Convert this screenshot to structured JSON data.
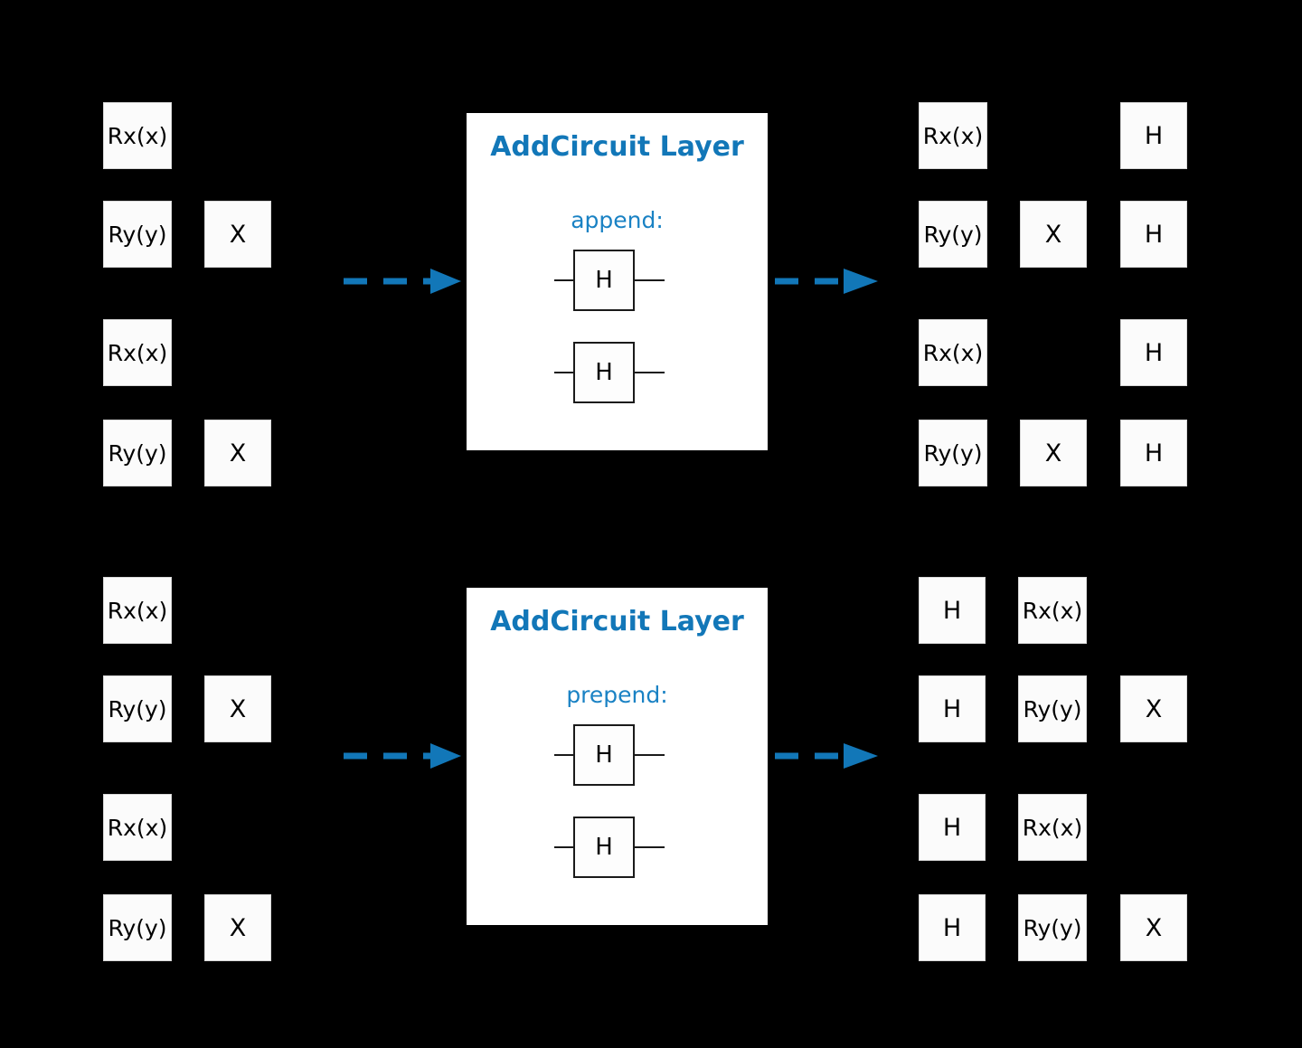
{
  "diagram": {
    "title_text": "AddCircuit Layer",
    "accent_color": "#1277b8",
    "mode_color": "#1a82c4",
    "background_color": "#000000",
    "gate_fill": "#fbfbfb",
    "gate_text_color": "#000000"
  },
  "sections": [
    {
      "id": "append-section",
      "panel": {
        "title": "AddCircuit Layer",
        "mode_label": "append:",
        "gates": [
          {
            "label": "H"
          },
          {
            "label": "H"
          }
        ]
      },
      "input_circuit": {
        "rows": [
          {
            "gates": [
              "Rx(x)"
            ]
          },
          {
            "gates": [
              "Ry(y)",
              "X"
            ]
          },
          {
            "gates": [
              "Rx(x)"
            ]
          },
          {
            "gates": [
              "Ry(y)",
              "X"
            ]
          }
        ]
      },
      "output_circuit": {
        "rows": [
          {
            "gates": [
              "Rx(x)",
              "",
              "H"
            ]
          },
          {
            "gates": [
              "Ry(y)",
              "X",
              "H"
            ]
          },
          {
            "gates": [
              "Rx(x)",
              "",
              "H"
            ]
          },
          {
            "gates": [
              "Ry(y)",
              "X",
              "H"
            ]
          }
        ]
      }
    },
    {
      "id": "prepend-section",
      "panel": {
        "title": "AddCircuit Layer",
        "mode_label": "prepend:",
        "gates": [
          {
            "label": "H"
          },
          {
            "label": "H"
          }
        ]
      },
      "input_circuit": {
        "rows": [
          {
            "gates": [
              "Rx(x)"
            ]
          },
          {
            "gates": [
              "Ry(y)",
              "X"
            ]
          },
          {
            "gates": [
              "Rx(x)"
            ]
          },
          {
            "gates": [
              "Ry(y)",
              "X"
            ]
          }
        ]
      },
      "output_circuit": {
        "rows": [
          {
            "gates": [
              "H",
              "Rx(x)",
              ""
            ]
          },
          {
            "gates": [
              "H",
              "Ry(y)",
              "X"
            ]
          },
          {
            "gates": [
              "H",
              "Rx(x)",
              ""
            ]
          },
          {
            "gates": [
              "H",
              "Ry(y)",
              "X"
            ]
          }
        ]
      }
    }
  ],
  "arrows": {
    "color": "#1277b8",
    "left_label": "",
    "right_label": ""
  }
}
